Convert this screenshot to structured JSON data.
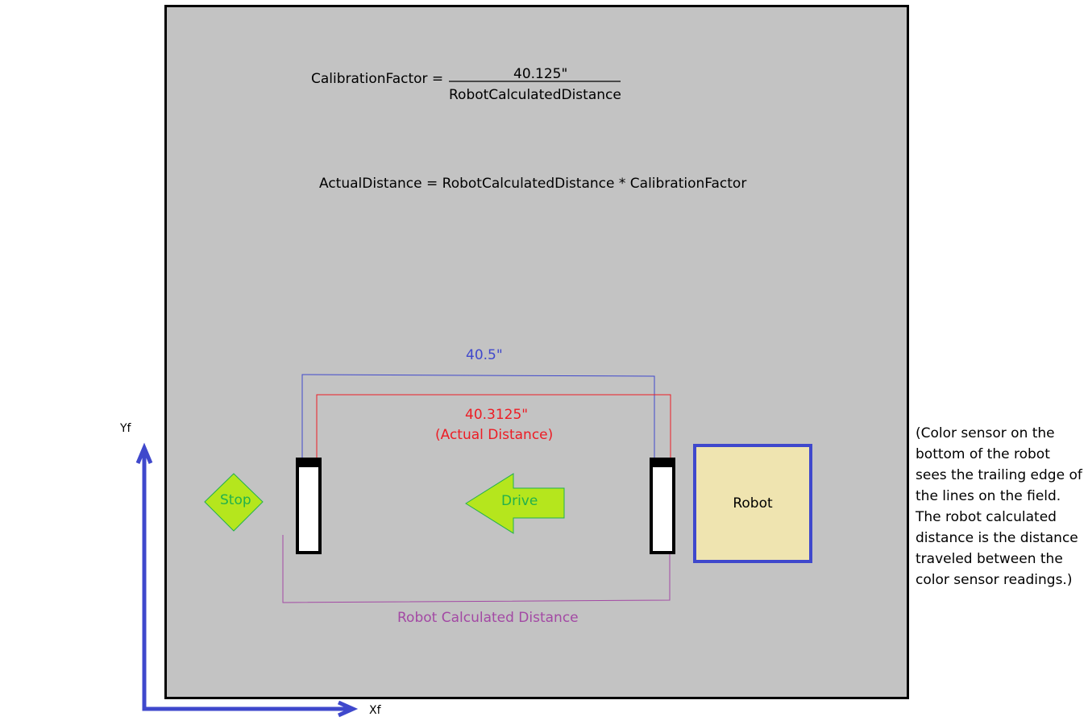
{
  "formulas": {
    "calibration_lhs": "CalibrationFactor =",
    "calibration_numerator": "40.125\"",
    "calibration_denominator": "RobotCalculatedDistance",
    "actual_distance": "ActualDistance = RobotCalculatedDistance * CalibrationFactor"
  },
  "measurements": {
    "outer_distance": "40.5\"",
    "actual_distance_value": "40.3125\"",
    "actual_distance_label": "(Actual Distance)",
    "robot_calculated_label": "Robot Calculated Distance"
  },
  "shapes": {
    "stop_label": "Stop",
    "drive_label": "Drive",
    "robot_label": "Robot"
  },
  "axes": {
    "y_label": "Yf",
    "x_label": "Xf"
  },
  "note": "(Color sensor on the bottom of the robot sees the trailing edge of the lines on the field. The robot calculated distance is the distance traveled between the color sensor readings.)",
  "colors": {
    "field": "#c3c3c3",
    "blue_bracket": "#3f48cc",
    "red_bracket": "#ed1c24",
    "purple_bracket": "#a349a4",
    "green_shape": "#b5e61d",
    "green_text": "#22b14c",
    "robot_fill": "#efe4b0",
    "axis": "#3f48cc"
  }
}
